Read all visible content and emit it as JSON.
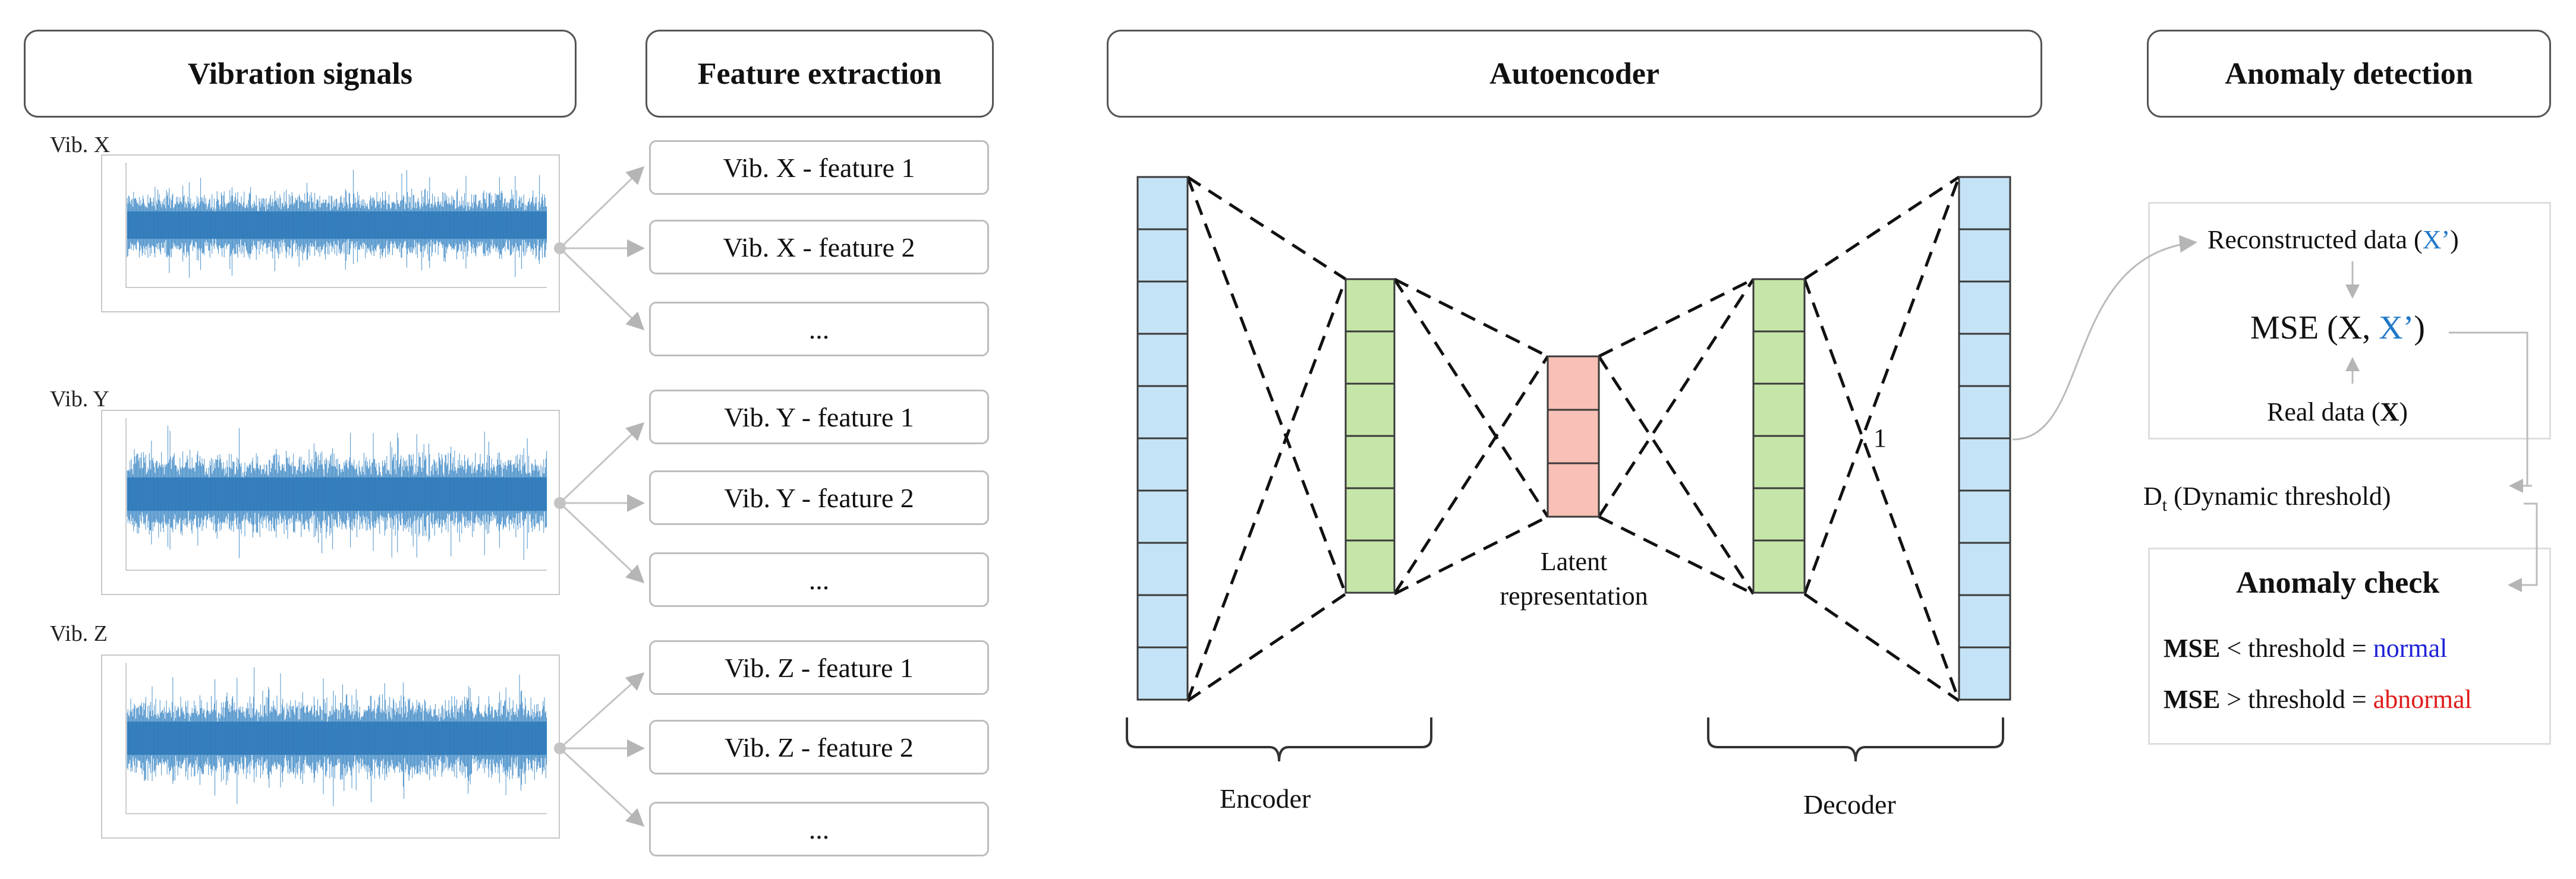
{
  "headers": {
    "signals": "Vibration signals",
    "features": "Feature extraction",
    "autoencoder": "Autoencoder",
    "anomaly": "Anomaly detection"
  },
  "signals": [
    {
      "label": "Vib. X",
      "features": [
        "Vib. X - feature 1",
        "Vib. X - feature 2",
        "..."
      ]
    },
    {
      "label": "Vib. Y",
      "features": [
        "Vib. Y - feature 1",
        "Vib. Y - feature 2",
        "..."
      ]
    },
    {
      "label": "Vib. Z",
      "features": [
        "Vib. Z - feature 1",
        "Vib. Z - feature 2",
        "..."
      ]
    }
  ],
  "autoencoder": {
    "encoder_label": "Encoder",
    "decoder_label": "Decoder",
    "latent_label_1": "Latent",
    "latent_label_2": "representation",
    "edge_marker": "1",
    "colors": {
      "input": "#c5e3f6",
      "hidden": "#c6e6a9",
      "latent": "#f8c0b6"
    }
  },
  "detection": {
    "reconstructed_prefix": "Reconstructed data (",
    "reconstructed_var": "X’",
    "close_paren": ")",
    "mse_prefix": "MSE (X, ",
    "mse_var": "X’",
    "real_prefix": "Real data (",
    "real_var": "X",
    "threshold_d": "D",
    "threshold_sub": "t",
    "threshold_rest": " (Dynamic threshold)",
    "check_title": "Anomaly check",
    "rule1_mse": "MSE",
    "rule1_op": " < threshold = ",
    "rule1_result": "normal",
    "rule2_mse": "MSE",
    "rule2_op": " > threshold = ",
    "rule2_result": "abnormal"
  }
}
